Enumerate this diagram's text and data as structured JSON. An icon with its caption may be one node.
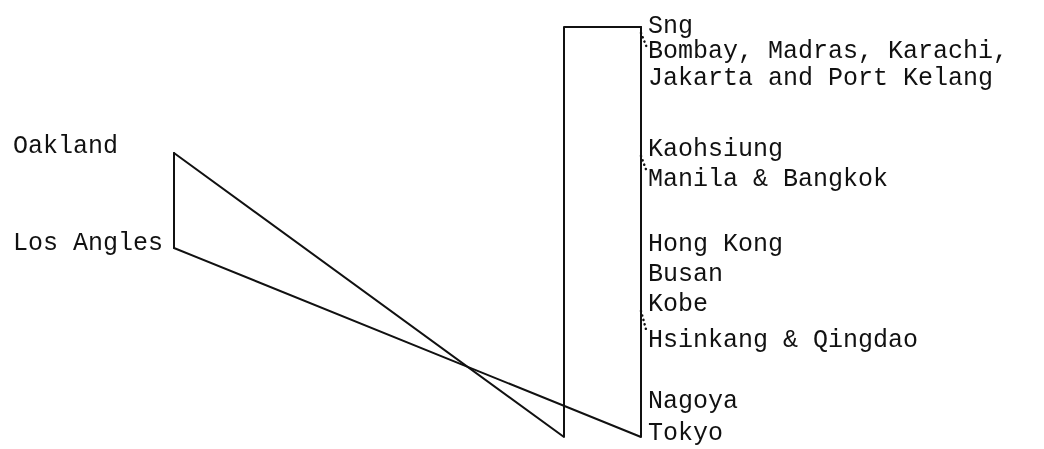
{
  "diagram": {
    "nodes": [
      {
        "text": [
          "Oakland"
        ]
      },
      {
        "text": [
          "Los Angles"
        ]
      },
      {
        "text": [
          "Sng"
        ]
      },
      {
        "text": [
          "Bombay, Madras, Karachi, Jakarta and Port Kelang"
        ]
      },
      {
        "text": [
          "Kaohsiung"
        ]
      },
      {
        "text": [
          "Manila & Bangkok"
        ]
      },
      {
        "text": [
          "Hong Kong"
        ]
      },
      {
        "text": [
          "Busan"
        ]
      },
      {
        "text": [
          "Kobe"
        ]
      },
      {
        "text": [
          "Hsinkang & Qingdao"
        ]
      },
      {
        "text": [
          "Nagoya"
        ]
      },
      {
        "text": [
          "Tokyo"
        ]
      }
    ],
    "edges": [
      {
        "from": 0,
        "to": 1,
        "arrow": "none"
      },
      {
        "from": 0,
        "to": 2,
        "arrow": "none"
      },
      {
        "from": 2,
        "to": 3,
        "arrow": "none",
        "style": "dashed"
      },
      {
        "from": 2,
        "to": 4,
        "arrow": "none"
      },
      {
        "from": 4,
        "to": 5,
        "arrow": "none",
        "style": "dashed"
      },
      {
        "from": 4,
        "to": 6,
        "arrow": "none"
      },
      {
        "from": 6,
        "to": 7,
        "arrow": "none"
      },
      {
        "from": 7,
        "to": 8,
        "arrow": "none"
      },
      {
        "from": 8,
        "to": 9,
        "arrow": "none",
        "style": "dashed"
      },
      {
        "from": 8,
        "to": 10,
        "arrow": "none"
      },
      {
        "from": 10,
        "to": 11,
        "arrow": "none"
      },
      {
        "from": 11,
        "to": 1,
        "arrow": "none"
      }
    ]
  }
}
